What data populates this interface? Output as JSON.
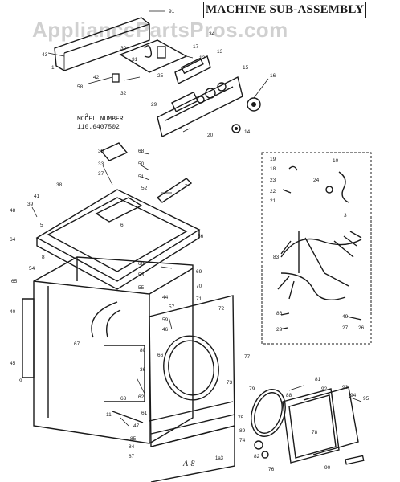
{
  "title": "MACHINE SUB-ASSEMBLY",
  "watermark": "AppliancePartsPros.com",
  "model": {
    "label": "MODEL NUMBER",
    "number": "110.6407502"
  },
  "footer_code": "A-8",
  "footer_sub": "1a3",
  "callouts": {
    "c1": "1",
    "c2": "2",
    "c3": "3",
    "c4": "4",
    "c5": "5",
    "c6": "6",
    "c7": "7",
    "c8": "8",
    "c9": "9",
    "c10": "10",
    "c11": "11",
    "c12": "12",
    "c13": "13",
    "c14": "14",
    "c15": "15",
    "c16": "16",
    "c17": "17",
    "c18": "18",
    "c19": "19",
    "c20": "20",
    "c21": "21",
    "c22": "22",
    "c23": "23",
    "c24": "24",
    "c25": "25",
    "c26": "26",
    "c27": "27",
    "c28": "28",
    "c29": "29",
    "c30": "30",
    "c31": "31",
    "c32": "32",
    "c33": "33",
    "c34": "34",
    "c35": "35",
    "c36": "36",
    "c37": "37",
    "c38": "38",
    "c39": "39",
    "c40": "40",
    "c41": "41",
    "c42": "42",
    "c43": "43",
    "c44": "44",
    "c45": "45",
    "c46": "46",
    "c47": "47",
    "c48": "48",
    "c49": "49",
    "c50": "50",
    "c51": "51",
    "c52": "52",
    "c53": "53",
    "c54": "54",
    "c55": "55",
    "c56": "56",
    "c57": "57",
    "c58": "58",
    "c59": "59",
    "c60": "60",
    "c61": "61",
    "c62": "62",
    "c63": "63",
    "c64": "64",
    "c65": "65",
    "c66": "66",
    "c67": "67",
    "c68": "68",
    "c69": "69",
    "c70": "70",
    "c71": "71",
    "c72": "72",
    "c73": "73",
    "c74": "74",
    "c75": "75",
    "c76": "76",
    "c77": "77",
    "c78": "78",
    "c79": "79",
    "c80": "80",
    "c81": "81",
    "c82": "82",
    "c83": "83",
    "c84": "84",
    "c85": "85",
    "c86": "86",
    "c87": "87",
    "c88": "88",
    "c89": "89",
    "c90": "90",
    "c91": "91",
    "c92": "92",
    "c93": "93",
    "c94": "94",
    "c95": "95"
  }
}
